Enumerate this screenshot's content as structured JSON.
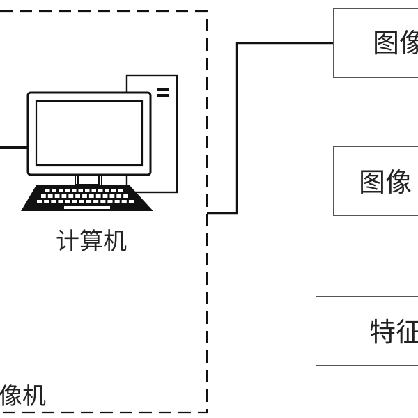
{
  "diagram": {
    "computer_label": "计算机",
    "enclosure_label": "像机",
    "modules": [
      {
        "label": "图像"
      },
      {
        "label": "图像"
      },
      {
        "label": "特征"
      }
    ],
    "icons": [
      "computer-monitor-icon",
      "computer-tower-icon",
      "keyboard-icon"
    ]
  }
}
